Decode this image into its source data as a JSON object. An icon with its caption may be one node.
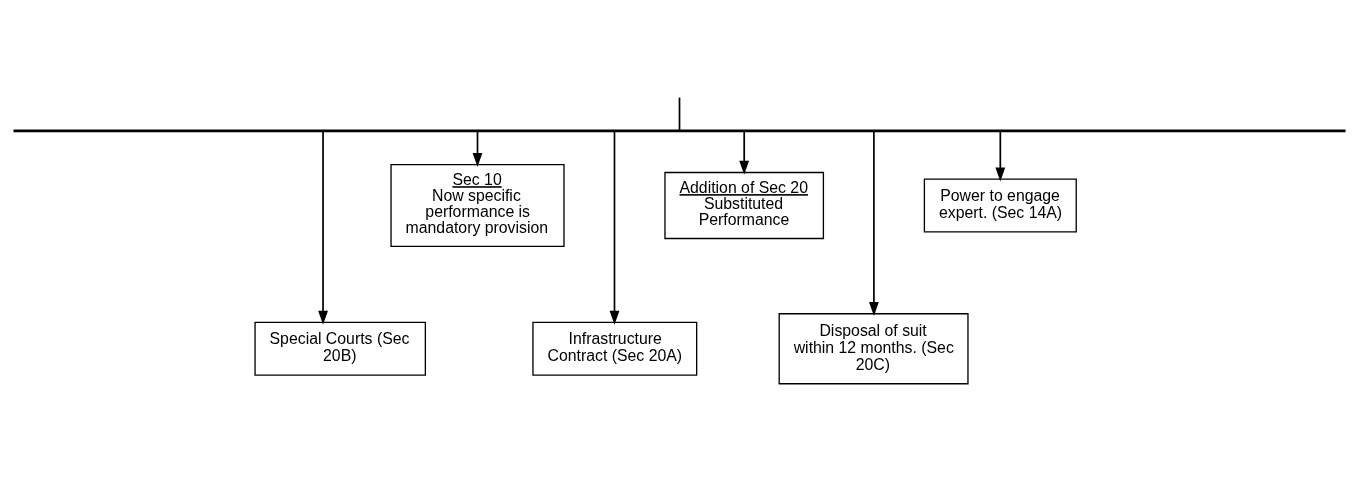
{
  "diagram": {
    "nodes": [
      {
        "text": [],
        "shape": "bar"
      },
      {
        "text": [
          "Special Courts (Sec 20B)"
        ]
      },
      {
        "text": [
          "Sec 10",
          "Now specific performance is mandatory provision"
        ]
      },
      {
        "text": [
          "Infrastructure Contract (Sec 20A)"
        ]
      },
      {
        "text": [
          "Addition of Sec 20",
          "Substituted Performance"
        ]
      },
      {
        "text": [
          "Disposal of suit within 12 months. (Sec 20C)"
        ]
      },
      {
        "text": [
          "Power to engage expert. (Sec 14A)"
        ]
      }
    ],
    "edges": [
      {
        "from": null,
        "to": 0,
        "arrow": "none"
      },
      {
        "from": 0,
        "to": 1,
        "arrow": "to"
      },
      {
        "from": 0,
        "to": 2,
        "arrow": "to"
      },
      {
        "from": 0,
        "to": 3,
        "arrow": "to"
      },
      {
        "from": 0,
        "to": 4,
        "arrow": "to"
      },
      {
        "from": 0,
        "to": 5,
        "arrow": "to"
      },
      {
        "from": 0,
        "to": 6,
        "arrow": "to"
      }
    ]
  }
}
